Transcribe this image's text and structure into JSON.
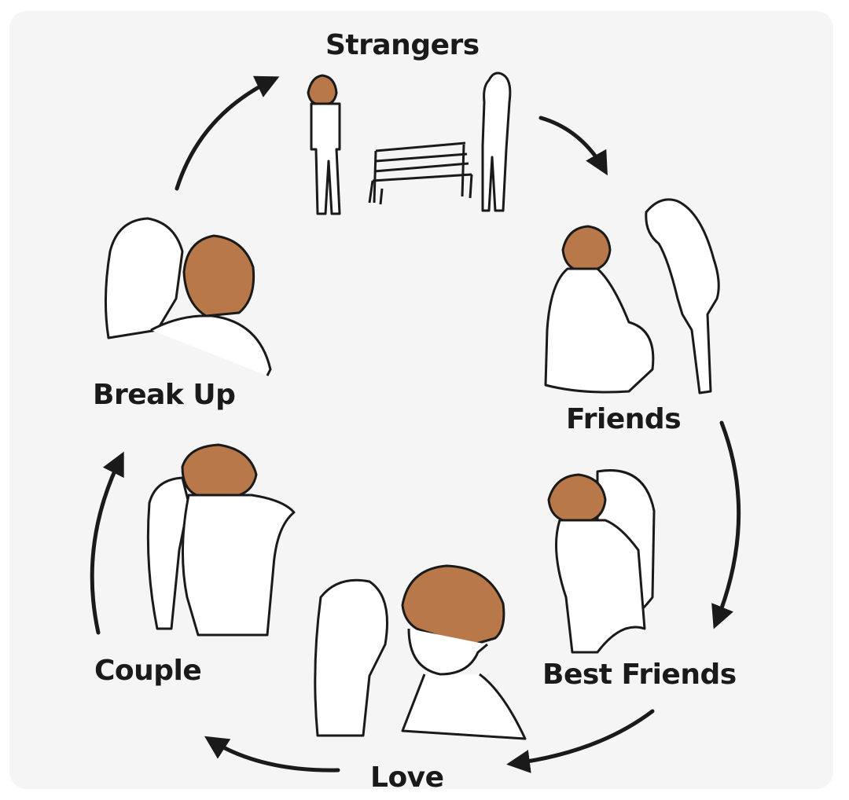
{
  "stages": {
    "strangers": "Strangers",
    "friends": "Friends",
    "best_friends": "Best Friends",
    "love": "Love",
    "couple": "Couple",
    "break_up": "Break Up"
  },
  "colors": {
    "hair": "#b8784a",
    "ink": "#1a1a1a",
    "panel": "#f5f5f5"
  }
}
